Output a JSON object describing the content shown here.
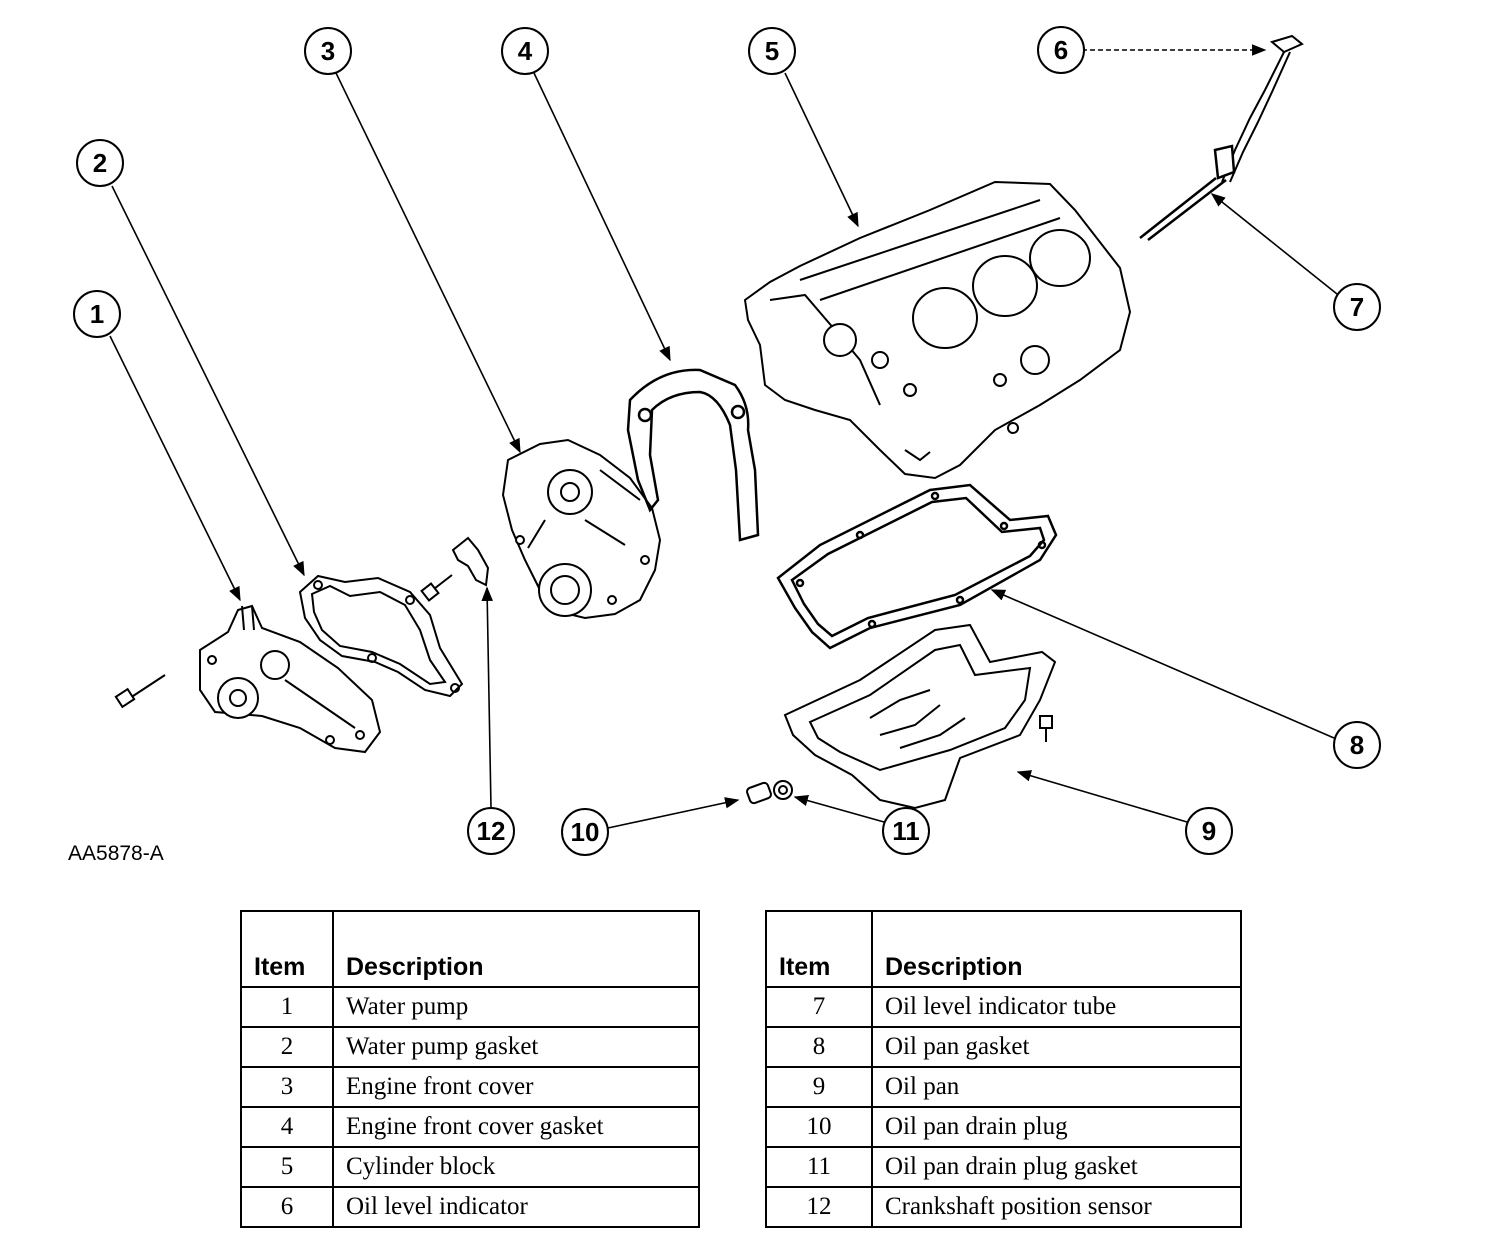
{
  "figure_code": "AA5878-A",
  "callouts": [
    "1",
    "2",
    "3",
    "4",
    "5",
    "6",
    "7",
    "8",
    "9",
    "10",
    "11",
    "12"
  ],
  "tables": [
    {
      "headers": {
        "item": "Item",
        "description": "Description"
      },
      "rows": [
        {
          "item": "1",
          "description": "Water pump"
        },
        {
          "item": "2",
          "description": "Water pump gasket"
        },
        {
          "item": "3",
          "description": "Engine front cover"
        },
        {
          "item": "4",
          "description": "Engine front cover gasket"
        },
        {
          "item": "5",
          "description": "Cylinder block"
        },
        {
          "item": "6",
          "description": "Oil level indicator"
        }
      ]
    },
    {
      "headers": {
        "item": "Item",
        "description": "Description"
      },
      "rows": [
        {
          "item": "7",
          "description": "Oil level indicator tube"
        },
        {
          "item": "8",
          "description": "Oil pan gasket"
        },
        {
          "item": "9",
          "description": "Oil pan"
        },
        {
          "item": "10",
          "description": "Oil pan drain plug"
        },
        {
          "item": "11",
          "description": "Oil pan drain plug gasket"
        },
        {
          "item": "12",
          "description": "Crankshaft position sensor"
        }
      ]
    }
  ]
}
